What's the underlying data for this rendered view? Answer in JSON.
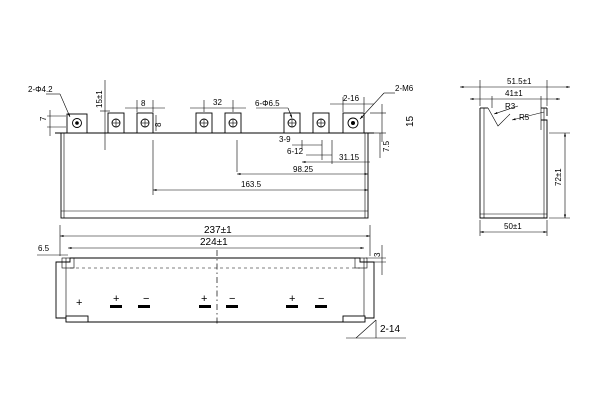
{
  "front_view": {
    "labels": {
      "hole_2_phi42": "2-Φ4.2",
      "m6": "2-M6",
      "dim_7": "7",
      "dim_15_1": "15±1",
      "dim_8_top": "8",
      "dim_8_side": "8",
      "dim_32": "32",
      "dim_6_phi65": "6-Φ6.5",
      "dim_2_16": "2-16",
      "dim_15_right": "15",
      "dim_3_9": "3-9",
      "dim_6_12": "6-12",
      "dim_7_5": "7.5",
      "dim_31_15": "31.15",
      "dim_98_25": "98.25",
      "dim_163_5": "163.5"
    }
  },
  "top_view": {
    "labels": {
      "dim_237": "237±1",
      "dim_224": "224±1",
      "dim_6_5": "6.5",
      "dim_3": "3",
      "dim_2_14": "2-14",
      "polarity": [
        "+",
        "+",
        "−",
        "+",
        "−",
        "+",
        "−"
      ]
    }
  },
  "side_view": {
    "labels": {
      "dim_51_5": "51.5±1",
      "dim_41": "41±1",
      "r3": "R3",
      "r5": "R5",
      "dim_72": "72±1",
      "dim_50": "50±1"
    }
  }
}
